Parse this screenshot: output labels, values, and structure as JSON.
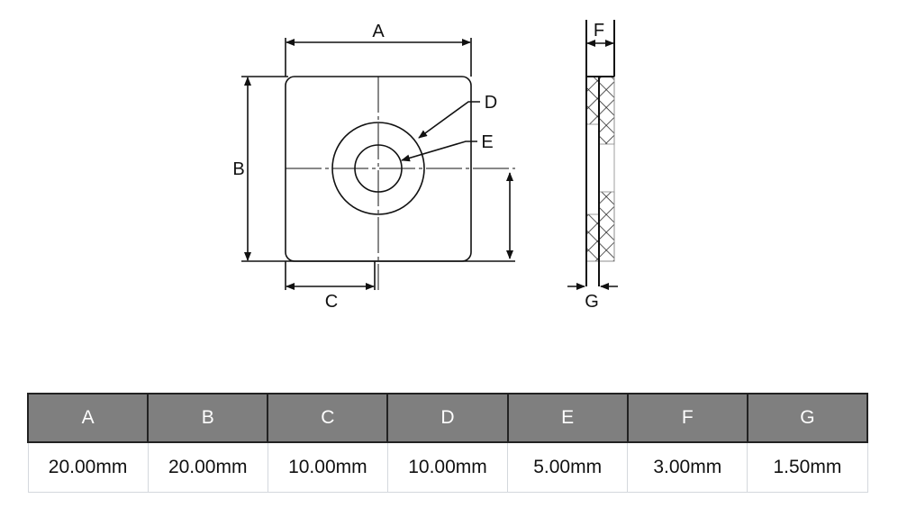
{
  "labels": {
    "A": "A",
    "B": "B",
    "C": "C",
    "D": "D",
    "E": "E",
    "F": "F",
    "G": "G"
  },
  "table": {
    "headers": [
      "A",
      "B",
      "C",
      "D",
      "E",
      "F",
      "G"
    ],
    "values": [
      "20.00mm",
      "20.00mm",
      "10.00mm",
      "10.00mm",
      "5.00mm",
      "3.00mm",
      "1.50mm"
    ]
  }
}
